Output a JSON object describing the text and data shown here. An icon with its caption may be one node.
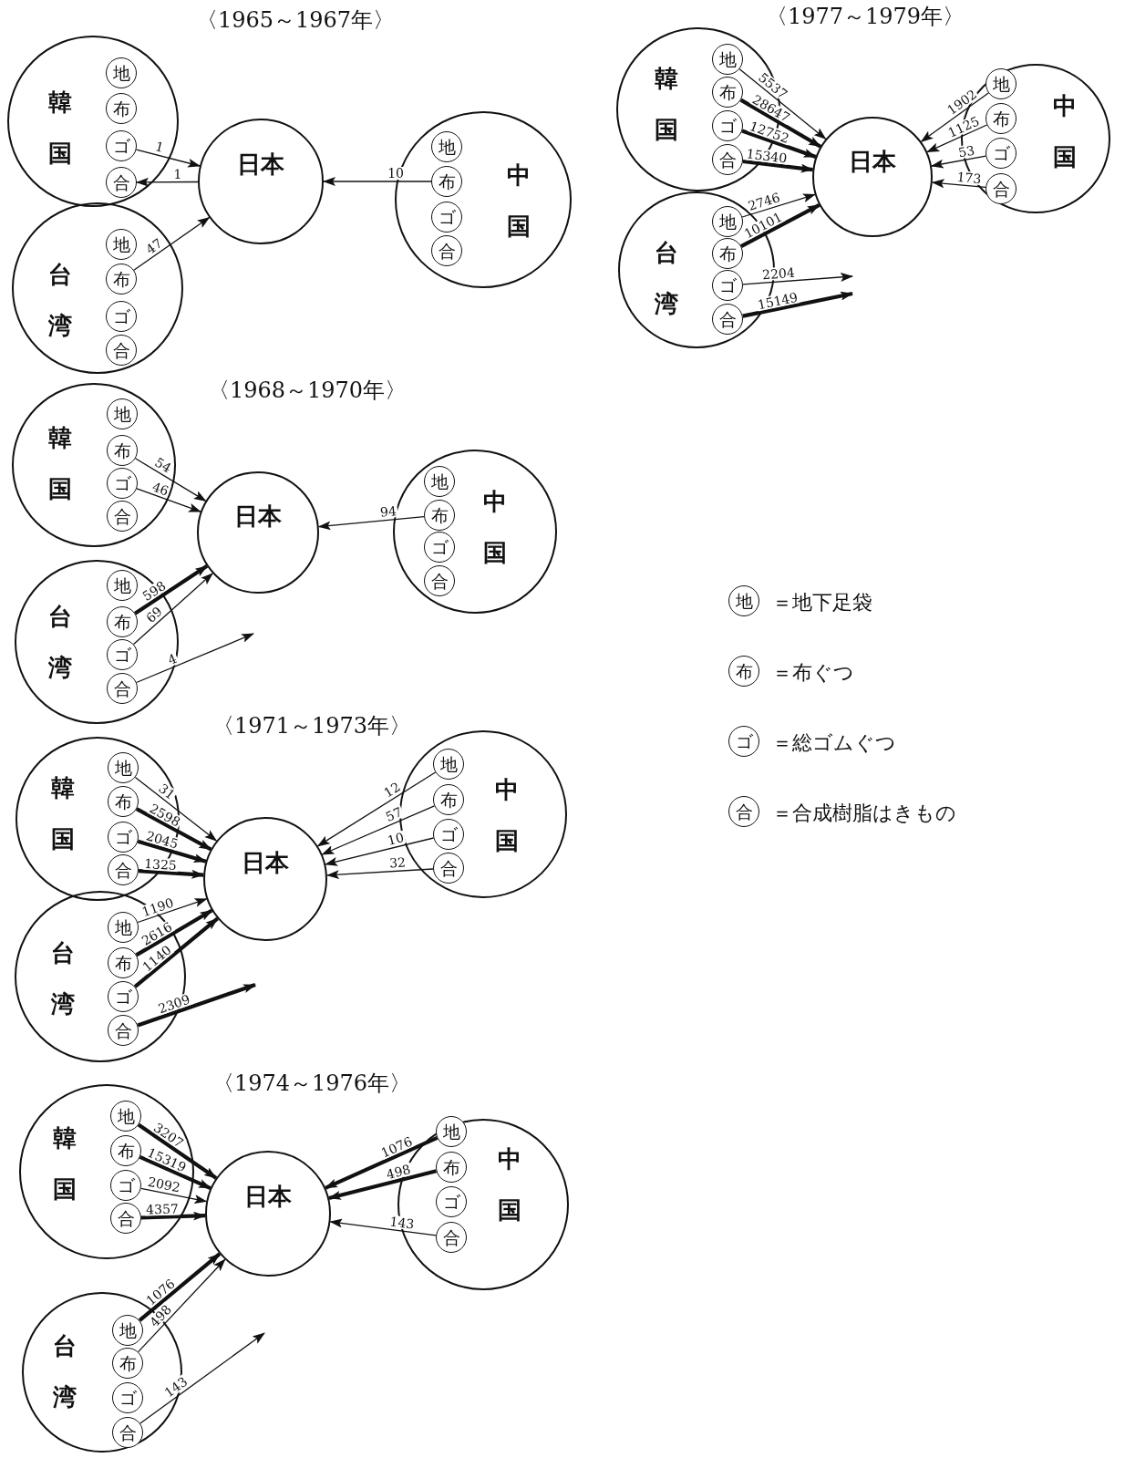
{
  "diagram": {
    "nodes": [
      {
        "text": [
          "韓国"
        ]
      },
      {
        "text": [
          "地"
        ],
        "in": 0
      },
      {
        "text": [
          "布"
        ],
        "in": 0
      },
      {
        "text": [
          "ゴ"
        ],
        "in": 0
      },
      {
        "text": [
          "合"
        ],
        "in": 0
      },
      {
        "text": [
          "台湾"
        ]
      },
      {
        "text": [
          "地"
        ],
        "in": 5
      },
      {
        "text": [
          "布"
        ],
        "in": 5
      },
      {
        "text": [
          "ゴ"
        ],
        "in": 5
      },
      {
        "text": [
          "合"
        ],
        "in": 5
      },
      {
        "text": [
          "日本"
        ]
      },
      {
        "text": [
          "中国"
        ]
      },
      {
        "text": [
          "地"
        ],
        "in": 11
      },
      {
        "text": [
          "布"
        ],
        "in": 11
      },
      {
        "text": [
          "ゴ"
        ],
        "in": 11
      },
      {
        "text": [
          "合"
        ],
        "in": 11
      },
      {
        "text": [
          "韓国"
        ]
      },
      {
        "text": [
          "地"
        ],
        "in": 16
      },
      {
        "text": [
          "布"
        ],
        "in": 16
      },
      {
        "text": [
          "ゴ"
        ],
        "in": 16
      },
      {
        "text": [
          "合"
        ],
        "in": 16
      },
      {
        "text": [
          "台湾"
        ]
      },
      {
        "text": [
          "地"
        ],
        "in": 21
      },
      {
        "text": [
          "布"
        ],
        "in": 21
      },
      {
        "text": [
          "ゴ"
        ],
        "in": 21
      },
      {
        "text": [
          "合"
        ],
        "in": 21
      },
      {
        "text": [
          "日本"
        ]
      },
      {
        "text": [
          "中国"
        ]
      },
      {
        "text": [
          "地"
        ],
        "in": 27
      },
      {
        "text": [
          "布"
        ],
        "in": 27
      },
      {
        "text": [
          "ゴ"
        ],
        "in": 27
      },
      {
        "text": [
          "合"
        ],
        "in": 27
      },
      {
        "text": [
          "韓国"
        ]
      },
      {
        "text": [
          "地"
        ],
        "in": 32
      },
      {
        "text": [
          "布"
        ],
        "in": 32
      },
      {
        "text": [
          "ゴ"
        ],
        "in": 32
      },
      {
        "text": [
          "合"
        ],
        "in": 32
      },
      {
        "text": [
          "台湾"
        ]
      },
      {
        "text": [
          "地"
        ],
        "in": 37
      },
      {
        "text": [
          "布"
        ],
        "in": 37
      },
      {
        "text": [
          "ゴ"
        ],
        "in": 37
      },
      {
        "text": [
          "合"
        ],
        "in": 37
      },
      {
        "text": [
          "日本"
        ]
      },
      {
        "text": [
          "中国"
        ]
      },
      {
        "text": [
          "地"
        ],
        "in": 43
      },
      {
        "text": [
          "布"
        ],
        "in": 43
      },
      {
        "text": [
          "ゴ"
        ],
        "in": 43
      },
      {
        "text": [
          "合"
        ],
        "in": 43
      },
      {
        "text": [
          "韓国"
        ]
      },
      {
        "text": [
          "地"
        ],
        "in": 48
      },
      {
        "text": [
          "布"
        ],
        "in": 48
      },
      {
        "text": [
          "ゴ"
        ],
        "in": 48
      },
      {
        "text": [
          "合"
        ],
        "in": 48
      },
      {
        "text": [
          "台湾"
        ]
      },
      {
        "text": [
          "地"
        ],
        "in": 53
      },
      {
        "text": [
          "布"
        ],
        "in": 53
      },
      {
        "text": [
          "ゴ"
        ],
        "in": 53
      },
      {
        "text": [
          "合"
        ],
        "in": 53
      },
      {
        "text": [
          "日本"
        ]
      },
      {
        "text": [
          "中国"
        ]
      },
      {
        "text": [
          "地"
        ],
        "in": 59
      },
      {
        "text": [
          "布"
        ],
        "in": 59
      },
      {
        "text": [
          "ゴ"
        ],
        "in": 59
      },
      {
        "text": [
          "合"
        ],
        "in": 59
      },
      {
        "text": [
          "韓国"
        ]
      },
      {
        "text": [
          "地"
        ],
        "in": 64
      },
      {
        "text": [
          "布"
        ],
        "in": 64
      },
      {
        "text": [
          "ゴ"
        ],
        "in": 64
      },
      {
        "text": [
          "合"
        ],
        "in": 64
      },
      {
        "text": [
          "台湾"
        ]
      },
      {
        "text": [
          "地"
        ],
        "in": 69
      },
      {
        "text": [
          "布"
        ],
        "in": 69
      },
      {
        "text": [
          "ゴ"
        ],
        "in": 69
      },
      {
        "text": [
          "合"
        ],
        "in": 69
      },
      {
        "text": [
          "日本"
        ]
      },
      {
        "text": [
          "中国"
        ]
      },
      {
        "text": [
          "地"
        ],
        "in": 75
      },
      {
        "text": [
          "布"
        ],
        "in": 75
      },
      {
        "text": [
          "ゴ"
        ],
        "in": 75
      },
      {
        "text": [
          "合"
        ],
        "in": 75
      },
      {
        "text": [
          "地"
        ],
        "beside": [
          "＝地下足袋"
        ]
      },
      {
        "text": [
          "布"
        ],
        "beside": [
          "＝布ぐつ"
        ]
      },
      {
        "text": [
          "ゴ"
        ],
        "beside": [
          "＝総ゴムぐつ"
        ]
      },
      {
        "text": [
          "合"
        ],
        "beside": [
          "＝合成樹脂はきもの"
        ]
      }
    ],
    "edges": [
      {
        "from": 3,
        "to": 10,
        "arrow": "to",
        "label": "1"
      },
      {
        "from": 10,
        "to": 4,
        "arrow": "to",
        "label": "1"
      },
      {
        "from": 13,
        "to": 10,
        "arrow": "to",
        "label": "10"
      },
      {
        "from": 7,
        "to": 10,
        "arrow": "to",
        "label": "47"
      },
      {
        "from": 17,
        "to": 26,
        "arrow": "to",
        "label": "5537"
      },
      {
        "from": 18,
        "to": 26,
        "arrow": "to",
        "label": "28647",
        "style": "thick"
      },
      {
        "from": 19,
        "to": 26,
        "arrow": "to",
        "label": "12752",
        "style": "thick"
      },
      {
        "from": 20,
        "to": 26,
        "arrow": "to",
        "label": "15340",
        "style": "thick"
      },
      {
        "from": 28,
        "to": 26,
        "arrow": "to",
        "label": "1902"
      },
      {
        "from": 29,
        "to": 26,
        "arrow": "to",
        "label": "1125"
      },
      {
        "from": 30,
        "to": 26,
        "arrow": "to",
        "label": "53"
      },
      {
        "from": 31,
        "to": 26,
        "arrow": "to",
        "label": "173"
      },
      {
        "from": 22,
        "to": 26,
        "arrow": "to",
        "label": "2746"
      },
      {
        "from": 23,
        "to": 26,
        "arrow": "to",
        "label": "10101",
        "style": "thick"
      },
      {
        "from": 24,
        "to": null,
        "arrow": "to",
        "label": "2204"
      },
      {
        "from": 25,
        "to": null,
        "arrow": "to",
        "label": "15149",
        "style": "thick"
      },
      {
        "from": 34,
        "to": 42,
        "arrow": "to",
        "label": "54"
      },
      {
        "from": 35,
        "to": 42,
        "arrow": "to",
        "label": "46"
      },
      {
        "from": 45,
        "to": 42,
        "arrow": "to",
        "label": "94"
      },
      {
        "from": 39,
        "to": 42,
        "arrow": "to",
        "label": "598",
        "style": "thick"
      },
      {
        "from": 40,
        "to": 42,
        "arrow": "to",
        "label": "69"
      },
      {
        "from": 41,
        "to": null,
        "arrow": "to",
        "label": "4"
      },
      {
        "from": 49,
        "to": 58,
        "arrow": "to",
        "label": "31"
      },
      {
        "from": 50,
        "to": 58,
        "arrow": "to",
        "label": "2598",
        "style": "thick"
      },
      {
        "from": 51,
        "to": 58,
        "arrow": "to",
        "label": "2045",
        "style": "thick"
      },
      {
        "from": 52,
        "to": 58,
        "arrow": "to",
        "label": "1325",
        "style": "thick"
      },
      {
        "from": 60,
        "to": 58,
        "arrow": "to",
        "label": "12"
      },
      {
        "from": 61,
        "to": 58,
        "arrow": "to",
        "label": "57"
      },
      {
        "from": 62,
        "to": 58,
        "arrow": "to",
        "label": "10"
      },
      {
        "from": 63,
        "to": 58,
        "arrow": "to",
        "label": "32"
      },
      {
        "from": 54,
        "to": 58,
        "arrow": "to",
        "label": "1190"
      },
      {
        "from": 55,
        "to": 58,
        "arrow": "to",
        "label": "2616",
        "style": "thick"
      },
      {
        "from": 56,
        "to": 58,
        "arrow": "to",
        "label": "1140",
        "style": "thick"
      },
      {
        "from": 57,
        "to": null,
        "arrow": "to",
        "label": "2309",
        "style": "thick"
      },
      {
        "from": 65,
        "to": 74,
        "arrow": "to",
        "label": "3207",
        "style": "thick"
      },
      {
        "from": 66,
        "to": 74,
        "arrow": "to",
        "label": "15319",
        "style": "thick"
      },
      {
        "from": 67,
        "to": 74,
        "arrow": "to",
        "label": "2092"
      },
      {
        "from": 68,
        "to": 74,
        "arrow": "to",
        "label": "4357",
        "style": "thick"
      },
      {
        "from": 76,
        "to": 74,
        "arrow": "to",
        "label": "1076",
        "style": "thick"
      },
      {
        "from": 77,
        "to": 74,
        "arrow": "to",
        "label": "498",
        "style": "thick"
      },
      {
        "from": 79,
        "to": 74,
        "arrow": "to",
        "label": "143"
      },
      {
        "from": 70,
        "to": 74,
        "arrow": "to",
        "label": "1076",
        "style": "thick"
      },
      {
        "from": 71,
        "to": 74,
        "arrow": "to",
        "label": "498"
      },
      {
        "from": 73,
        "to": null,
        "arrow": "to",
        "label": "143"
      }
    ],
    "labels": [
      "〈1965～1967年〉",
      "〈1977～1979年〉",
      "〈1968～1970年〉",
      "〈1971～1973年〉",
      "〈1974～1976年〉"
    ]
  }
}
